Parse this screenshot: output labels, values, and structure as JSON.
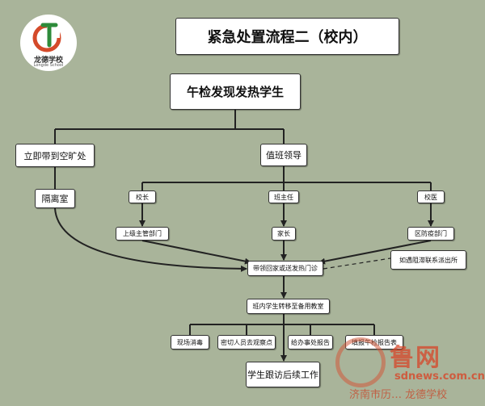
{
  "logo": {
    "name": "龙德学校",
    "subtitle": "Longde School"
  },
  "title": "紧急处置流程二（校内）",
  "nodes": {
    "root": "午检发现发热学生",
    "left": "立即带到空旷处",
    "isolation": "隔离室",
    "duty": "值班领导",
    "principal": "校长",
    "head_teacher": "班主任",
    "doctor": "校医",
    "superior_dept": "上级主管部门",
    "parent": "家长",
    "cdc_dept": "区防疫部门",
    "escort": "带领回家或送发热门诊",
    "police_note": "如遇阻滞联系派出所",
    "transfer": "班内学生转移至备用教室",
    "disinfect": "现场消毒",
    "close_contacts": "密切人员去观察点",
    "report_office": "给办事处报告",
    "fill_report": "填报午检报告表",
    "follow_up": "学生跟访后续工作"
  },
  "watermark": {
    "brand": "鲁网",
    "site": "sdnews.com.cn",
    "text": "济南市历… 龙德学校"
  },
  "colors": {
    "background": "#a9b49a",
    "box": "#ffffff",
    "line": "#222222"
  }
}
